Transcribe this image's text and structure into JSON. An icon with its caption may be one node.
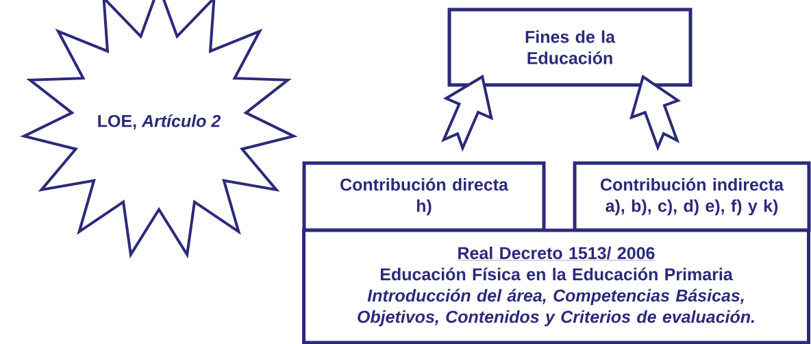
{
  "diagram": {
    "nodes": [
      {
        "text": [
          "LOE, *Artículo 2*"
        ]
      },
      {
        "text": [
          "Fines de la Educación"
        ]
      },
      {
        "text": [
          "Contribución directa",
          "h)"
        ]
      },
      {
        "text": [
          "Contribución indirecta",
          "a), b), c), d) e), f) y k)"
        ]
      },
      {
        "text": [
          "Real Decreto 1513/ 2006",
          "Educación Física en la Educación Primaria",
          "Introducción del área, Competencias Básicas, Objetivos, Contenidos y Criterios de evaluación."
        ]
      }
    ],
    "edges": [
      {
        "from": 2,
        "to": 1,
        "arrow": "to"
      },
      {
        "from": 3,
        "to": 1,
        "arrow": "to"
      }
    ]
  }
}
